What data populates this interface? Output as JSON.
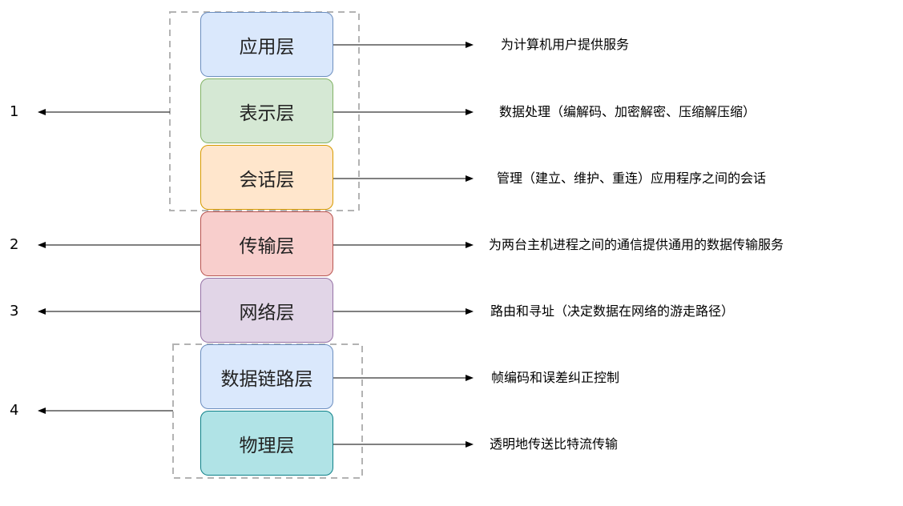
{
  "layers": [
    {
      "name": "应用层",
      "description": "为计算机用户提供服务",
      "fill": "#dae8fc",
      "stroke": "#6c8ebf"
    },
    {
      "name": "表示层",
      "description": "数据处理（编解码、加密解密、压缩解压缩）",
      "fill": "#d5e8d4",
      "stroke": "#82b366"
    },
    {
      "name": "会话层",
      "description": "管理（建立、维护、重连）应用程序之间的会话",
      "fill": "#ffe6cc",
      "stroke": "#d79b00"
    },
    {
      "name": "传输层",
      "description": "为两台主机进程之间的通信提供通用的数据传输服务",
      "fill": "#f8cecc",
      "stroke": "#b85450"
    },
    {
      "name": "网络层",
      "description": "路由和寻址（决定数据在网络的游走路径）",
      "fill": "#e1d5e7",
      "stroke": "#9673a6"
    },
    {
      "name": "数据链路层",
      "description": "帧编码和误差纠正控制",
      "fill": "#dae8fc",
      "stroke": "#6c8ebf"
    },
    {
      "name": "物理层",
      "description": "透明地传送比特流传输",
      "fill": "#b0e3e6",
      "stroke": "#0e8088"
    }
  ],
  "groups": [
    {
      "label": "1",
      "layers": [
        0,
        1,
        2
      ]
    },
    {
      "label": "2",
      "layers": [
        3
      ]
    },
    {
      "label": "3",
      "layers": [
        4
      ]
    },
    {
      "label": "4",
      "layers": [
        5,
        6
      ]
    }
  ]
}
